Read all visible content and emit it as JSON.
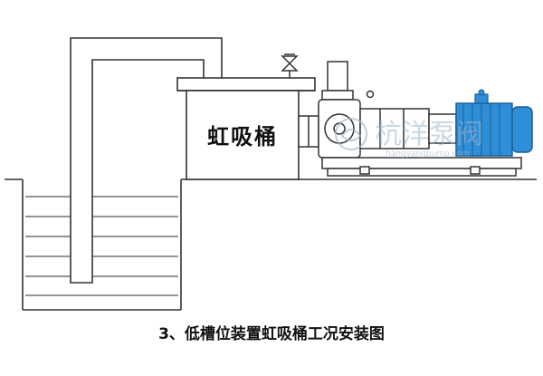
{
  "diagram": {
    "tank_label": "虹吸桶",
    "caption": "3、低槽位装置虹吸桶工况安装图",
    "watermark": {
      "brand": "杭洋泵阀",
      "url": "hangyangpump.com"
    }
  },
  "colors": {
    "motor_blue": "#2e8ed8",
    "line": "#333333",
    "equipment_fill": "#ffffff",
    "water_line": "#555555"
  },
  "icons": {
    "valve": "valve-icon",
    "watermark_logo": "pump-logo-icon"
  }
}
